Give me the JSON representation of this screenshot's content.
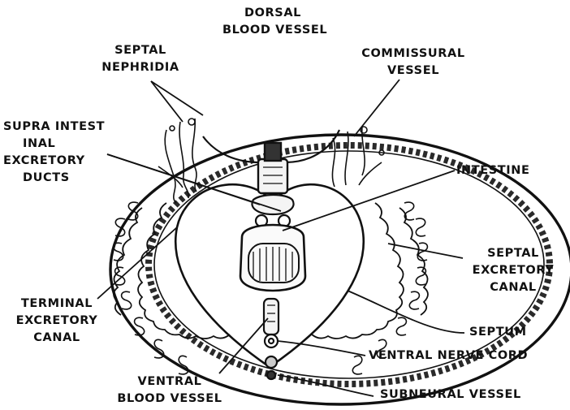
{
  "diagram": {
    "colors": {
      "ink": "#111111",
      "background": "#ffffff",
      "wall": "#2a2a2a"
    },
    "labels": {
      "dorsal_blood_vessel": [
        "DORSAL",
        "BLOOD VESSEL"
      ],
      "septal_nephridia": [
        "SEPTAL",
        "NEPHRIDIA"
      ],
      "commissural_vessel": [
        "COMMISSURAL",
        "VESSEL"
      ],
      "supra_intestinal_excretory_ducts": [
        "SUPRA INTEST",
        "INAL",
        "EXCRETORY",
        "DUCTS"
      ],
      "intestine": [
        "INTESTINE"
      ],
      "septal_excretory_canal": [
        "SEPTAL",
        "EXCRETORY",
        "CANAL"
      ],
      "terminal_excretory_canal": [
        "TERMINAL",
        "EXCRETORY",
        "CANAL"
      ],
      "septum": [
        "SEPTUM"
      ],
      "ventral_nerve_cord": [
        "VENTRAL NERVE CORD"
      ],
      "ventral_blood_vessel": [
        "VENTRAL",
        "BLOOD VESSEL"
      ],
      "subneural_vessel": [
        "SUBNEURAL VESSEL"
      ]
    }
  }
}
